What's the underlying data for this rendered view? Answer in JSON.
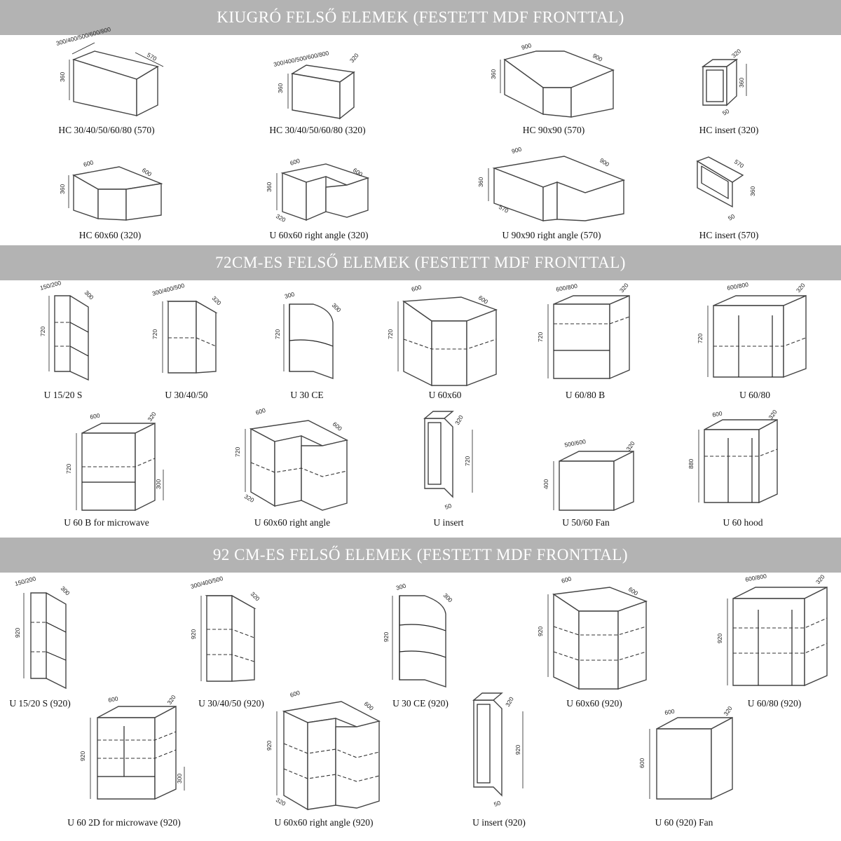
{
  "sections": [
    {
      "title": "KIUGRÓ  FELSŐ ELEMEK (FESTETT MDF FRONTTAL)"
    },
    {
      "title": "72CM-ES FELSŐ ELEMEK (FESTETT MDF FRONTTAL)"
    },
    {
      "title": "92 CM-ES FELSŐ ELEMEK (FESTETT MDF FRONTTAL)"
    }
  ],
  "items": [
    {
      "name": "HC 30/40/50/60/80 (570)",
      "dims": {
        "w": "300/400/500/600/800",
        "d": "570",
        "h": "360"
      }
    },
    {
      "name": "HC 30/40/50/60/80 (320)",
      "dims": {
        "w": "300/400/500/600/800",
        "d": "320",
        "h": "360"
      }
    },
    {
      "name": "HC 90x90 (570)",
      "dims": {
        "w": "900",
        "d": "900",
        "h": "360"
      }
    },
    {
      "name": "HC insert (320)",
      "dims": {
        "d": "320",
        "h": "360",
        "t": "50"
      }
    },
    {
      "name": "HC 60x60 (320)",
      "dims": {
        "w": "600",
        "d": "600",
        "h": "360"
      }
    },
    {
      "name": "U 60x60 right angle (320)",
      "dims": {
        "w": "600",
        "d": "600",
        "h": "360",
        "s": "320"
      }
    },
    {
      "name": "U 90x90 right angle (570)",
      "dims": {
        "w": "900",
        "d": "900",
        "h": "360",
        "s": "570"
      }
    },
    {
      "name": "HC insert (570)",
      "dims": {
        "d": "570",
        "h": "360",
        "t": "50"
      }
    },
    {
      "name": "U 15/20 S",
      "dims": {
        "w": "150/200",
        "d": "300",
        "h": "720"
      }
    },
    {
      "name": "U 30/40/50",
      "dims": {
        "w": "300/400/500",
        "d": "320",
        "h": "720"
      }
    },
    {
      "name": "U 30 CE",
      "dims": {
        "w": "300",
        "d": "300",
        "h": "720"
      }
    },
    {
      "name": "U 60x60",
      "dims": {
        "w": "600",
        "d": "600",
        "h": "720"
      }
    },
    {
      "name": "U 60/80 B",
      "dims": {
        "w": "600/800",
        "d": "320",
        "h": "720"
      }
    },
    {
      "name": "U 60/80",
      "dims": {
        "w": "600/800",
        "d": "320",
        "h": "720"
      }
    },
    {
      "name": "U 60 B for microwave",
      "dims": {
        "w": "600",
        "d": "320",
        "h": "720",
        "m": "300"
      }
    },
    {
      "name": "U 60x60 right angle",
      "dims": {
        "w": "600",
        "d": "600",
        "h": "720",
        "s": "320"
      }
    },
    {
      "name": "U insert",
      "dims": {
        "d": "320",
        "h": "720",
        "t": "50"
      }
    },
    {
      "name": "U 50/60 Fan",
      "dims": {
        "w": "500/600",
        "d": "320",
        "h": "400"
      }
    },
    {
      "name": "U 60 hood",
      "dims": {
        "w": "600",
        "d": "320",
        "h": "880"
      }
    },
    {
      "name": "U 15/20 S (920)",
      "dims": {
        "w": "150/200",
        "d": "300",
        "h": "920"
      }
    },
    {
      "name": "U 30/40/50 (920)",
      "dims": {
        "w": "300/400/500",
        "d": "320",
        "h": "920"
      }
    },
    {
      "name": "U 30 CE (920)",
      "dims": {
        "w": "300",
        "d": "300",
        "h": "920"
      }
    },
    {
      "name": "U 60x60 (920)",
      "dims": {
        "w": "600",
        "d": "600",
        "h": "920"
      }
    },
    {
      "name": "U 60/80 (920)",
      "dims": {
        "w": "600/800",
        "d": "320",
        "h": "920"
      }
    },
    {
      "name": "U 60 2D for microwave (920)",
      "dims": {
        "w": "600",
        "d": "320",
        "h": "920",
        "m": "300"
      }
    },
    {
      "name": "U 60x60 right angle (920)",
      "dims": {
        "w": "600",
        "d": "600",
        "h": "920",
        "s": "320"
      }
    },
    {
      "name": "U insert (920)",
      "dims": {
        "d": "320",
        "h": "920",
        "t": "50"
      }
    },
    {
      "name": "U 60 (920) Fan",
      "dims": {
        "w": "600",
        "d": "320",
        "h": "600"
      }
    }
  ]
}
